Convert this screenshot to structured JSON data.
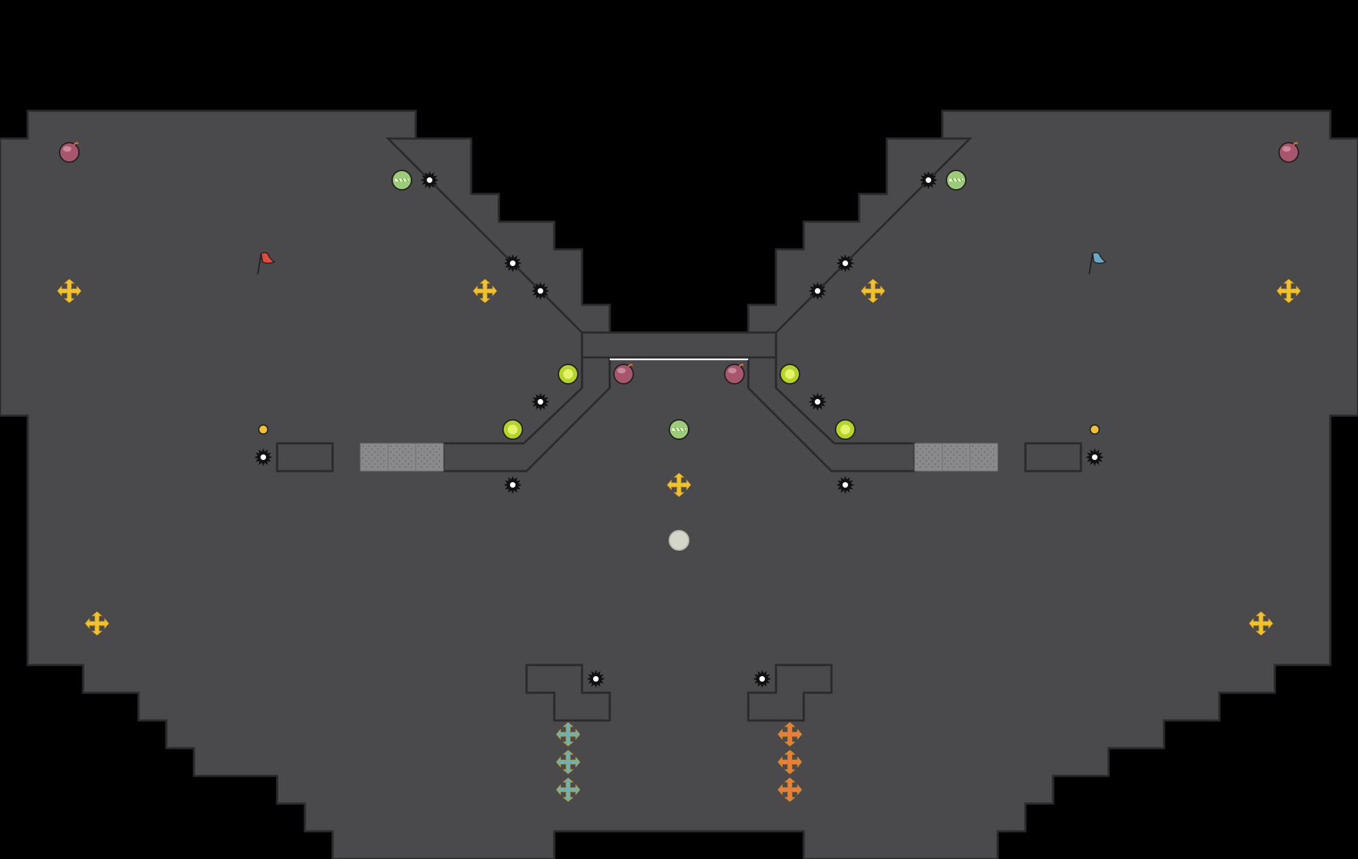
{
  "map": {
    "cols": 49,
    "rows": 31,
    "colors": {
      "background": "#000000",
      "floor": "#f1f1f2",
      "grid": "#d9dadd",
      "wall": "#4a4a4d",
      "wall_edge": "#2a2a2c",
      "gate": "#8a8a8c",
      "endzone": "#f2eec0",
      "boost": "#f2c12e",
      "boost_red": "#f07a3a",
      "boost_blue": "#6fb0b0",
      "powerup": "#b4d42a",
      "bomb": "#a8566e",
      "spike": "#111111",
      "portal": "#d3d6c8"
    }
  },
  "flags": [
    {
      "team": "red",
      "color": "#e14a3c",
      "col": 9,
      "row": 9
    },
    {
      "team": "blue",
      "color": "#6aa8c8",
      "col": 39,
      "row": 9
    }
  ],
  "boosts": [
    {
      "col": 2,
      "row": 10
    },
    {
      "col": 17,
      "row": 10
    },
    {
      "col": 31,
      "row": 10
    },
    {
      "col": 46,
      "row": 10
    },
    {
      "col": 24,
      "row": 17
    },
    {
      "col": 3,
      "row": 22
    },
    {
      "col": 45,
      "row": 22
    }
  ],
  "team_boosts": [
    {
      "team": "blue",
      "col": 20,
      "row": 26
    },
    {
      "team": "blue",
      "col": 20,
      "row": 27
    },
    {
      "team": "blue",
      "col": 20,
      "row": 28
    },
    {
      "team": "red",
      "col": 28,
      "row": 26
    },
    {
      "team": "red",
      "col": 28,
      "row": 27
    },
    {
      "team": "red",
      "col": 28,
      "row": 28
    }
  ],
  "bombs": [
    {
      "col": 2,
      "row": 5
    },
    {
      "col": 46,
      "row": 5
    },
    {
      "col": 22,
      "row": 13
    },
    {
      "col": 26,
      "row": 13
    }
  ],
  "jukejuice": [
    {
      "col": 14,
      "row": 6
    },
    {
      "col": 34,
      "row": 6
    },
    {
      "col": 24,
      "row": 15
    }
  ],
  "powerups": [
    {
      "col": 20,
      "row": 13
    },
    {
      "col": 28,
      "row": 13
    },
    {
      "col": 18,
      "row": 15
    },
    {
      "col": 30,
      "row": 15
    }
  ],
  "small_dots": [
    {
      "col": 9,
      "row": 15
    },
    {
      "col": 39,
      "row": 15
    }
  ],
  "spikes": [
    {
      "col": 15,
      "row": 6
    },
    {
      "col": 33,
      "row": 6
    },
    {
      "col": 18,
      "row": 9
    },
    {
      "col": 30,
      "row": 9
    },
    {
      "col": 19,
      "row": 10
    },
    {
      "col": 29,
      "row": 10
    },
    {
      "col": 19,
      "row": 14
    },
    {
      "col": 29,
      "row": 14
    },
    {
      "col": 9,
      "row": 16
    },
    {
      "col": 39,
      "row": 16
    },
    {
      "col": 18,
      "row": 17
    },
    {
      "col": 30,
      "row": 17
    },
    {
      "col": 21,
      "row": 24
    },
    {
      "col": 27,
      "row": 24
    }
  ],
  "portals": [
    {
      "col": 24,
      "row": 19
    }
  ]
}
